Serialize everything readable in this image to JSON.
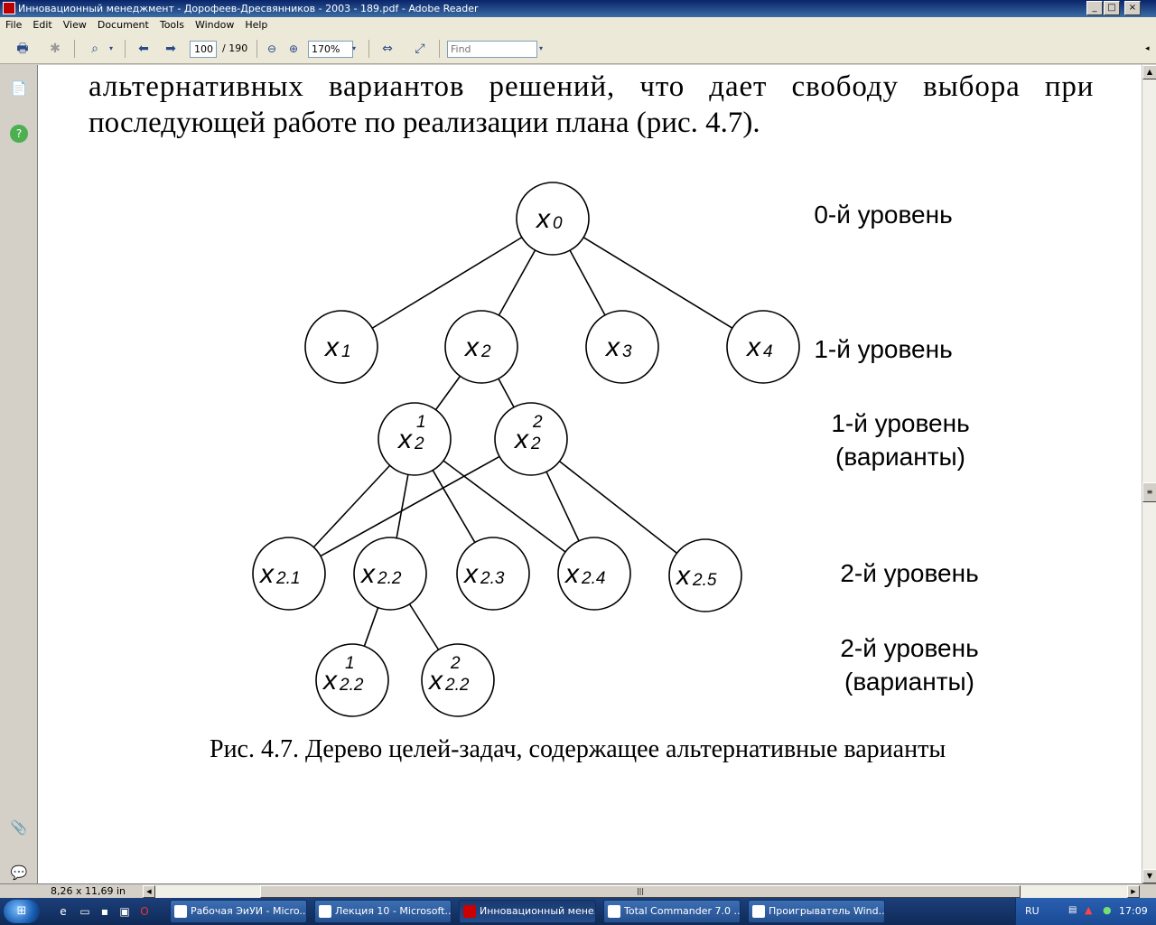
{
  "window": {
    "title": "Инновационный менеджмент - Дорофеев-Дресвянников - 2003 - 189.pdf - Adobe Reader",
    "controls": [
      "_",
      "□",
      "×"
    ]
  },
  "menu": [
    "File",
    "Edit",
    "View",
    "Document",
    "Tools",
    "Window",
    "Help"
  ],
  "toolbar": {
    "page_current": "100",
    "page_total": "/ 190",
    "zoom": "170%",
    "find_placeholder": "Find"
  },
  "document": {
    "line1": "альтернативных вариантов решений, что дает свободу выбора при",
    "line2": "последующей работе по реализации плана (рис. 4.7).",
    "caption": "Рис. 4.7. Дерево целей-задач, содержащее альтернативные варианты",
    "levels": [
      {
        "line1": "0-й уровень",
        "line2": ""
      },
      {
        "line1": "1-й уровень",
        "line2": ""
      },
      {
        "line1": "1-й уровень",
        "line2": "(варианты)"
      },
      {
        "line1": "2-й уровень",
        "line2": ""
      },
      {
        "line1": "2-й уровень",
        "line2": "(варианты)"
      }
    ],
    "nodes": [
      {
        "id": "x0",
        "base": "x",
        "sub": "0",
        "sup": ""
      },
      {
        "id": "x1",
        "base": "x",
        "sub": "1",
        "sup": ""
      },
      {
        "id": "x2",
        "base": "x",
        "sub": "2",
        "sup": ""
      },
      {
        "id": "x3",
        "base": "x",
        "sub": "3",
        "sup": ""
      },
      {
        "id": "x4",
        "base": "x",
        "sub": "4",
        "sup": ""
      },
      {
        "id": "x2v1",
        "base": "x",
        "sub": "2",
        "sup": "1"
      },
      {
        "id": "x2v2",
        "base": "x",
        "sub": "2",
        "sup": "2"
      },
      {
        "id": "x21",
        "base": "x",
        "sub": "2.1",
        "sup": ""
      },
      {
        "id": "x22",
        "base": "x",
        "sub": "2.2",
        "sup": ""
      },
      {
        "id": "x23",
        "base": "x",
        "sub": "2.3",
        "sup": ""
      },
      {
        "id": "x24",
        "base": "x",
        "sub": "2.4",
        "sup": ""
      },
      {
        "id": "x25",
        "base": "x",
        "sub": "2.5",
        "sup": ""
      },
      {
        "id": "x22v1",
        "base": "x",
        "sub": "2.2",
        "sup": "1"
      },
      {
        "id": "x22v2",
        "base": "x",
        "sub": "2.2",
        "sup": "2"
      }
    ],
    "edges": [
      [
        "x0",
        "x1"
      ],
      [
        "x0",
        "x2"
      ],
      [
        "x0",
        "x3"
      ],
      [
        "x0",
        "x4"
      ],
      [
        "x2",
        "x2v1"
      ],
      [
        "x2",
        "x2v2"
      ],
      [
        "x2v1",
        "x21"
      ],
      [
        "x2v1",
        "x22"
      ],
      [
        "x2v1",
        "x23"
      ],
      [
        "x2v1",
        "x24"
      ],
      [
        "x2v2",
        "x21"
      ],
      [
        "x2v2",
        "x24"
      ],
      [
        "x2v2",
        "x25"
      ],
      [
        "x22",
        "x22v1"
      ],
      [
        "x22",
        "x22v2"
      ]
    ]
  },
  "status": {
    "page_size": "8,26 x 11,69 in"
  },
  "taskbar": {
    "tasks": [
      {
        "label": "Рабочая ЭиУИ - Micro...",
        "active": false
      },
      {
        "label": "Лекция 10 - Microsoft...",
        "active": false
      },
      {
        "label": "Инновационный мене...",
        "active": true
      },
      {
        "label": "Total Commander 7.0 ...",
        "active": false
      },
      {
        "label": "Проигрыватель Wind...",
        "active": false
      }
    ],
    "language": "RU",
    "clock": "17:09"
  }
}
